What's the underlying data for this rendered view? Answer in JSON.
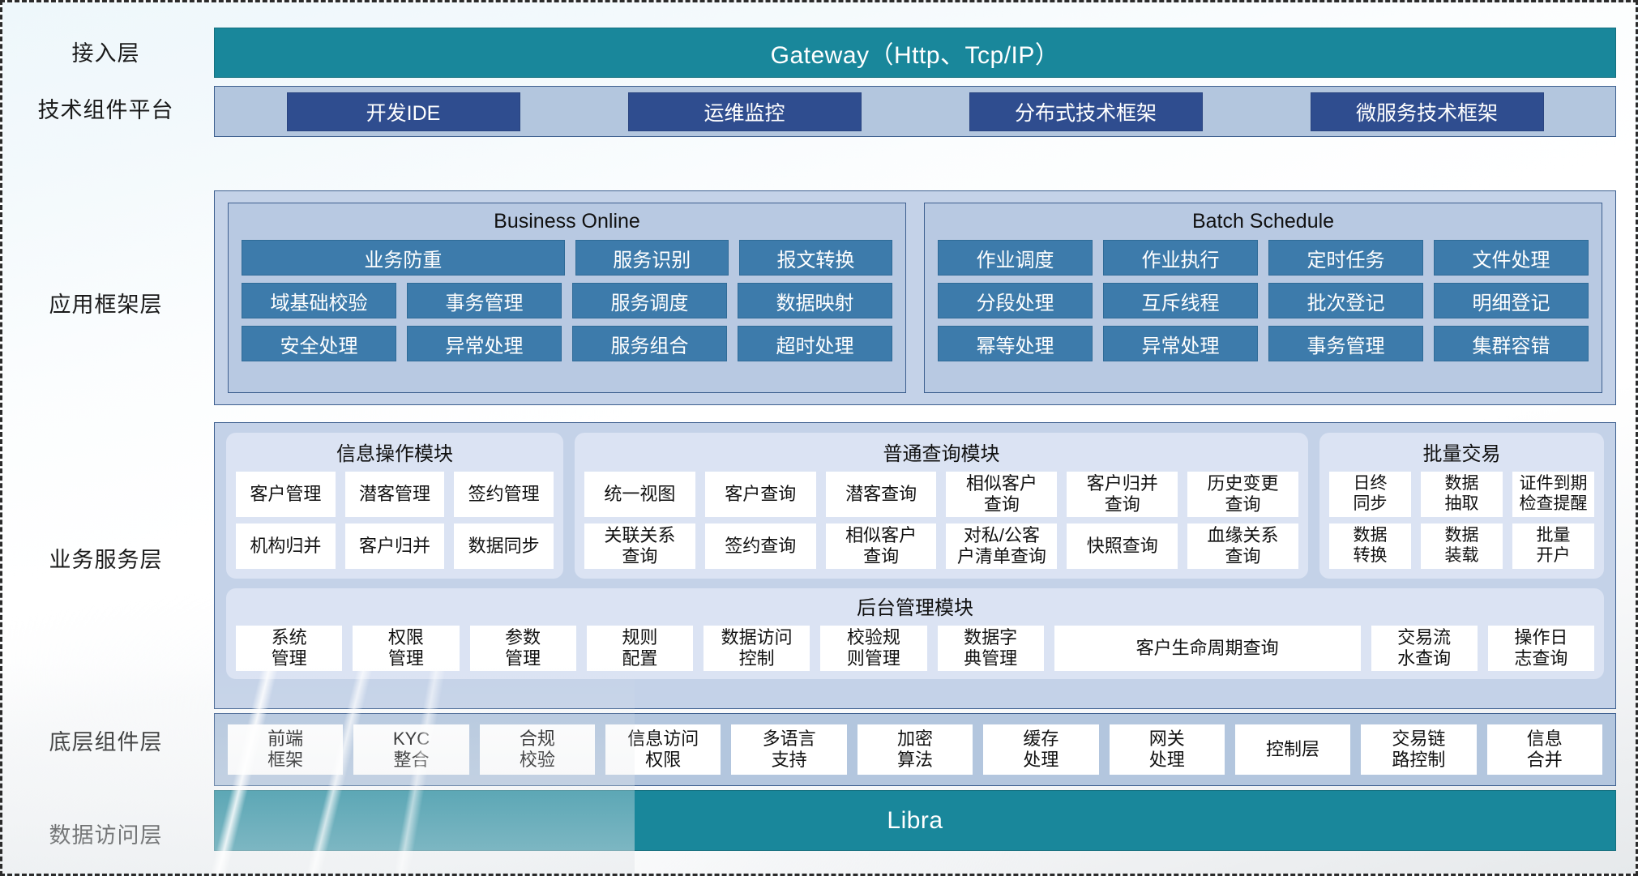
{
  "layer_labels": [
    "接入层",
    "技术组件平台",
    "应用框架层",
    "业务服务层",
    "底层组件层",
    "数据访问层"
  ],
  "colors": {
    "teal": "#19879b",
    "dark_blue_chip": "#2f4d8f",
    "mid_blue_chip": "#3d7bab",
    "layer_bg": "#c4d2e8",
    "panel_bg": "#dbe3f3",
    "strip_bg": "#b3c6de",
    "border": "#3d5f8f",
    "white_box": "#ffffff"
  },
  "access_layer": {
    "title": "Gateway（Http、Tcp/IP）"
  },
  "tech_platform": {
    "items": [
      "开发IDE",
      "运维监控",
      "分布式技术框架",
      "微服务技术框架"
    ]
  },
  "app_framework": {
    "panels": [
      {
        "title": "Business Online",
        "rows": [
          [
            {
              "label": "业务防重",
              "span": 2
            },
            {
              "label": "服务识别",
              "span": 1
            },
            {
              "label": "报文转换",
              "span": 1
            }
          ],
          [
            {
              "label": "域基础校验",
              "span": 1
            },
            {
              "label": "事务管理",
              "span": 1
            },
            {
              "label": "服务调度",
              "span": 1
            },
            {
              "label": "数据映射",
              "span": 1
            }
          ],
          [
            {
              "label": "安全处理",
              "span": 1
            },
            {
              "label": "异常处理",
              "span": 1
            },
            {
              "label": "服务组合",
              "span": 1
            },
            {
              "label": "超时处理",
              "span": 1
            }
          ]
        ]
      },
      {
        "title": "Batch Schedule",
        "rows": [
          [
            {
              "label": "作业调度",
              "span": 1
            },
            {
              "label": "作业执行",
              "span": 1
            },
            {
              "label": "定时任务",
              "span": 1
            },
            {
              "label": "文件处理",
              "span": 1
            }
          ],
          [
            {
              "label": "分段处理",
              "span": 1
            },
            {
              "label": "互斥线程",
              "span": 1
            },
            {
              "label": "批次登记",
              "span": 1
            },
            {
              "label": "明细登记",
              "span": 1
            }
          ],
          [
            {
              "label": "幂等处理",
              "span": 1
            },
            {
              "label": "异常处理",
              "span": 1
            },
            {
              "label": "事务管理",
              "span": 1
            },
            {
              "label": "集群容错",
              "span": 1
            }
          ]
        ]
      }
    ]
  },
  "business_service": {
    "modules": [
      {
        "title": "信息操作模块",
        "rows": [
          [
            "客户管理",
            "潜客管理",
            "签约管理"
          ],
          [
            "机构归并",
            "客户归并",
            "数据同步"
          ]
        ]
      },
      {
        "title": "普通查询模块",
        "rows": [
          [
            "统一视图",
            "客户查询",
            "潜客查询",
            "相似客户\n查询",
            "客户归并\n查询",
            "历史变更\n查询"
          ],
          [
            "关联关系\n查询",
            "签约查询",
            "相似客户\n查询",
            "对私/公客\n户清单查询",
            "快照查询",
            "血缘关系\n查询"
          ]
        ]
      },
      {
        "title": "批量交易",
        "rows": [
          [
            "日终\n同步",
            "数据\n抽取",
            "证件到期\n检查提醒"
          ],
          [
            "数据\n转换",
            "数据\n装载",
            "批量\n开户"
          ]
        ]
      }
    ],
    "admin_module": {
      "title": "后台管理模块",
      "items": [
        {
          "label": "系统\n管理",
          "grow": 1
        },
        {
          "label": "权限\n管理",
          "grow": 1
        },
        {
          "label": "参数\n管理",
          "grow": 1
        },
        {
          "label": "规则\n配置",
          "grow": 1
        },
        {
          "label": "数据访问\n控制",
          "grow": 1
        },
        {
          "label": "校验规\n则管理",
          "grow": 1
        },
        {
          "label": "数据字\n典管理",
          "grow": 1
        },
        {
          "label": "客户生命周期查询",
          "grow": 3
        },
        {
          "label": "交易流\n水查询",
          "grow": 1
        },
        {
          "label": "操作日\n志查询",
          "grow": 1
        }
      ]
    }
  },
  "component_layer": {
    "items": [
      {
        "label": "前端\n框架",
        "grow": 1
      },
      {
        "label": "KYC\n整合",
        "grow": 1
      },
      {
        "label": "合规\n校验",
        "grow": 1
      },
      {
        "label": "信息访问\n权限",
        "grow": 1
      },
      {
        "label": "多语言\n支持",
        "grow": 1
      },
      {
        "label": "加密\n算法",
        "grow": 1
      },
      {
        "label": "缓存\n处理",
        "grow": 1
      },
      {
        "label": "网关\n处理",
        "grow": 1
      },
      {
        "label": "控制层",
        "grow": 1
      },
      {
        "label": "交易链\n路控制",
        "grow": 1
      },
      {
        "label": "信息\n合并",
        "grow": 1
      }
    ]
  },
  "data_access_layer": {
    "title": "Libra"
  }
}
